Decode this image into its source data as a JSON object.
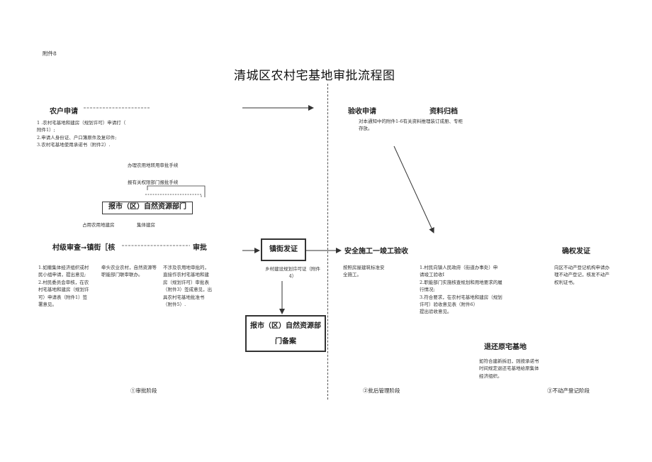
{
  "header": {
    "attachment": "附件8",
    "title": "清城区农村宅基地审批流程图"
  },
  "stage1": {
    "apply_heading": "农户申请",
    "apply_items": [
      "1          .农村宅基地和建房（规划许可）申请打（",
      "  附件1）;",
      "2.申请人身份证、户口簿原件及复印件;",
      "3.农村宅基地使用承诺书（附件2）."
    ],
    "farmland_note": "办理农用地转用审批手续",
    "forest_note": "报有关权限部门报批手续",
    "bureau_box": "报市（区）自然资源部门",
    "occupy_note": "占用农用地建房",
    "collective_note": "集体建房",
    "review_heading": "村级审查➞镇街［核",
    "review_tail": "审批",
    "village_items": [
      "1.如撤集体经济组织或村",
      "民小组申请，提出意见;",
      "2.村民委员会审核，在农",
      "村宅基地和建房（规划许",
      "可）申请表（附件1）签",
      "署意见。"
    ],
    "coord_text": "牵头农业农村，自然资源等职能部门联审联办。",
    "approval_items": [
      "不涉及农用地审批的，",
      "直接作农村宅基地和建",
      "房（规划许可）审批表",
      "（附件3）签成意见，出",
      "具农村宅基地批准书",
      "（附件5）."
    ],
    "town_box": "镇街发证",
    "permit_note": "乡村建设规划许可证（附件4）",
    "record_box": "报市（区）自然资源部门备案",
    "stage_label": "①审批阶段"
  },
  "stage2": {
    "acceptance_heading": "验收申请",
    "archive_heading": "资料归档",
    "archive_text": "对本通知中的附件1-6有关资料推理装订成册、专柜存放。",
    "construction_heading": "安全施工一竣工验收",
    "safety_text": "按照房屋建筑标准安全施工。",
    "acceptance_items": [
      "1.村民向镇人民政府（街道办事处）申",
      "  请竣工验收Ⅰ",
      "2.职能部门实施核查规划和用地要求的履",
      "  行情况;",
      "3.符合要求，在农村宅基地和建房（规划",
      "  许可）验收意见表（附件6）",
      "  提出验收意见。"
    ],
    "return_heading": "退还原宅基地",
    "return_text": "如符合建新拆旧，则按承诺书时间规定退还宅基地给原集体经济组织。",
    "stage_label": "②批后管理阶段"
  },
  "stage3": {
    "confirm_heading": "确权发证",
    "confirm_text": "向区不动产登记机构申请办理不动产登记，核发不动产权利证书。",
    "stage_label": "③不动产登记阶段"
  }
}
